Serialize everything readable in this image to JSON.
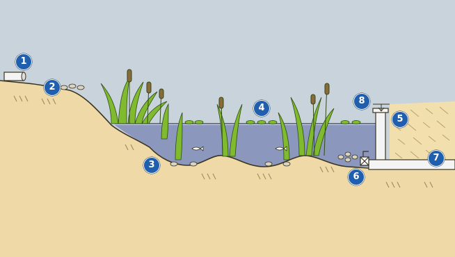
{
  "markers": [
    {
      "id": "marker-1",
      "label": "1"
    },
    {
      "id": "marker-2",
      "label": "2"
    },
    {
      "id": "marker-3",
      "label": "3"
    },
    {
      "id": "marker-4",
      "label": "4"
    },
    {
      "id": "marker-5",
      "label": "5"
    },
    {
      "id": "marker-6",
      "label": "6"
    },
    {
      "id": "marker-7",
      "label": "7"
    },
    {
      "id": "marker-8",
      "label": "8"
    }
  ],
  "colors": {
    "sky": "#c9d3dc",
    "soil": "#efd9a6",
    "water": "#8b97bd",
    "plant": "#7fba2f",
    "marker": "#1f5fae"
  }
}
